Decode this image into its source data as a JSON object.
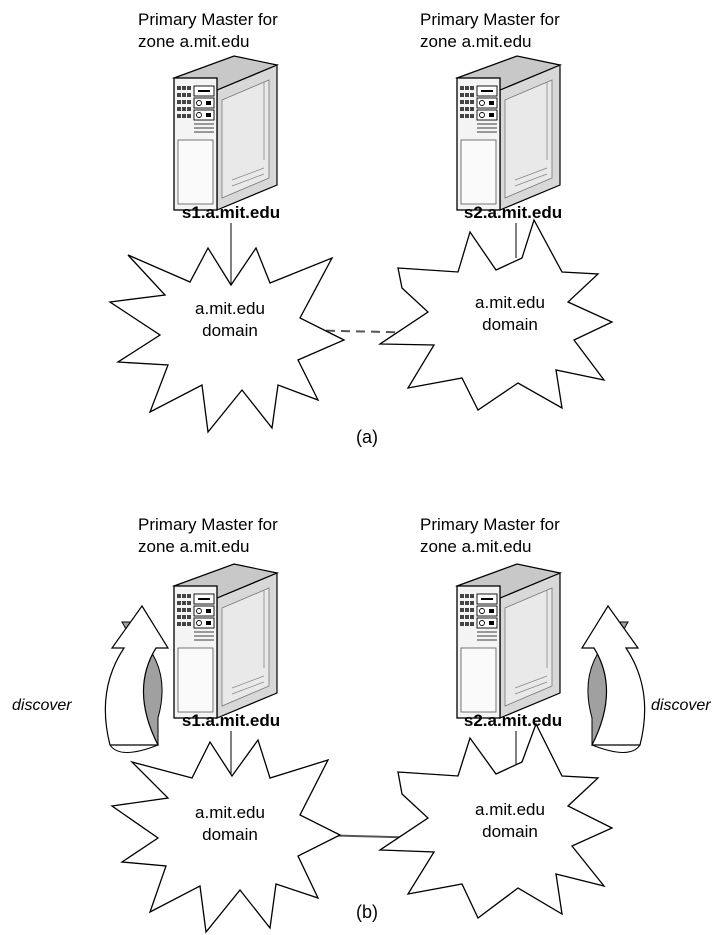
{
  "panel_a": {
    "caption": "(a)",
    "left_server": {
      "heading_line1": "Primary Master for",
      "heading_line2": "zone a.mit.edu",
      "host": "s1.a.mit.edu",
      "domain_line1": "a.mit.edu",
      "domain_line2": "domain"
    },
    "right_server": {
      "heading_line1": "Primary Master for",
      "heading_line2": "zone a.mit.edu",
      "host": "s2.a.mit.edu",
      "domain_line1": "a.mit.edu",
      "domain_line2": "domain"
    },
    "link_style": "dashed"
  },
  "panel_b": {
    "caption": "(b)",
    "left_server": {
      "heading_line1": "Primary Master for",
      "heading_line2": "zone a.mit.edu",
      "host": "s1.a.mit.edu",
      "domain_line1": "a.mit.edu",
      "domain_line2": "domain",
      "arrow_label": "discover"
    },
    "right_server": {
      "heading_line1": "Primary Master for",
      "heading_line2": "zone a.mit.edu",
      "host": "s2.a.mit.edu",
      "domain_line1": "a.mit.edu",
      "domain_line2": "domain",
      "arrow_label": "discover"
    },
    "link_style": "solid"
  },
  "colors": {
    "line": "#000000",
    "link": "#555555",
    "arrow_shade": "#a0a0a0",
    "server_body": "#f2f2f2",
    "server_side": "#d8d8d8"
  }
}
